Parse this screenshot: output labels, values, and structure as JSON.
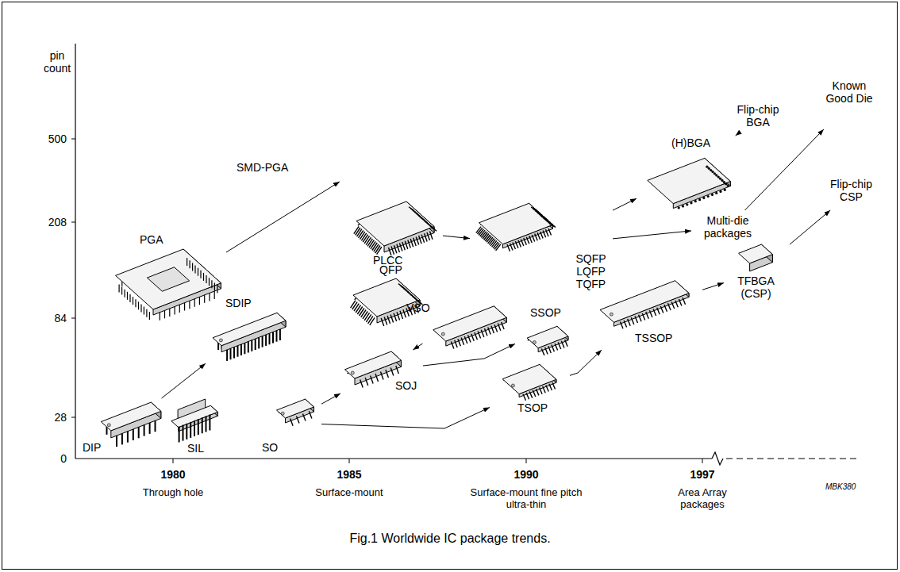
{
  "diagram": {
    "caption": "Fig.1 Worldwide IC package trends.",
    "nodes": [
      {
        "text": [
          "PGA"
        ]
      },
      {
        "text": [
          "SDIP"
        ]
      },
      {
        "text": [
          "DIP"
        ]
      },
      {
        "text": [
          "SIL"
        ]
      },
      {
        "text": [
          "PLCC"
        ]
      },
      {
        "text": [
          "SO"
        ]
      },
      {
        "text": [
          "SOJ"
        ]
      },
      {
        "text": [
          "VSO"
        ]
      },
      {
        "text": [
          "QFP"
        ]
      },
      {
        "text": [
          "SSOP"
        ]
      },
      {
        "text": [
          "TSOP"
        ]
      },
      {
        "text": [
          "SQFP LQFP TQFP"
        ]
      },
      {
        "text": [
          "TSSOP"
        ]
      },
      {
        "text": [
          "(H)BGA"
        ]
      },
      {
        "text": [
          "Multi-die packages"
        ]
      },
      {
        "text": [
          "TFBGA (CSP)"
        ]
      },
      {
        "text": [
          "Flip-chip BGA"
        ]
      },
      {
        "text": [
          "Known Good Die"
        ]
      },
      {
        "text": [
          "Flip-chip CSP"
        ]
      }
    ],
    "edges": [
      {
        "from": 2,
        "to": 1,
        "arrow": "to"
      },
      {
        "from": 5,
        "to": 6,
        "arrow": "to"
      },
      {
        "from": 6,
        "to": 7,
        "arrow": "to"
      },
      {
        "from": 5,
        "to": 10,
        "arrow": "to"
      },
      {
        "from": 6,
        "to": 9,
        "arrow": "to"
      },
      {
        "from": 8,
        "to": 11,
        "arrow": "to"
      },
      {
        "from": 11,
        "to": 13,
        "arrow": "to"
      },
      {
        "from": 11,
        "to": 14,
        "arrow": "to"
      },
      {
        "from": 13,
        "to": 16,
        "arrow": "to"
      },
      {
        "from": 14,
        "to": 17,
        "arrow": "to"
      },
      {
        "from": 10,
        "to": 12,
        "arrow": "to"
      },
      {
        "from": 12,
        "to": 15,
        "arrow": "to"
      },
      {
        "from": 15,
        "to": 18,
        "arrow": "to"
      }
    ],
    "labels": [
      "pin count",
      "500",
      "208",
      "84",
      "28",
      "0",
      "1980",
      "1985",
      "1990",
      "1997",
      "Through hole",
      "Surface-mount",
      "Surface-mount fine pitch ultra-thin",
      "Area Array packages",
      "MBK380",
      "SMD-PGA"
    ]
  }
}
